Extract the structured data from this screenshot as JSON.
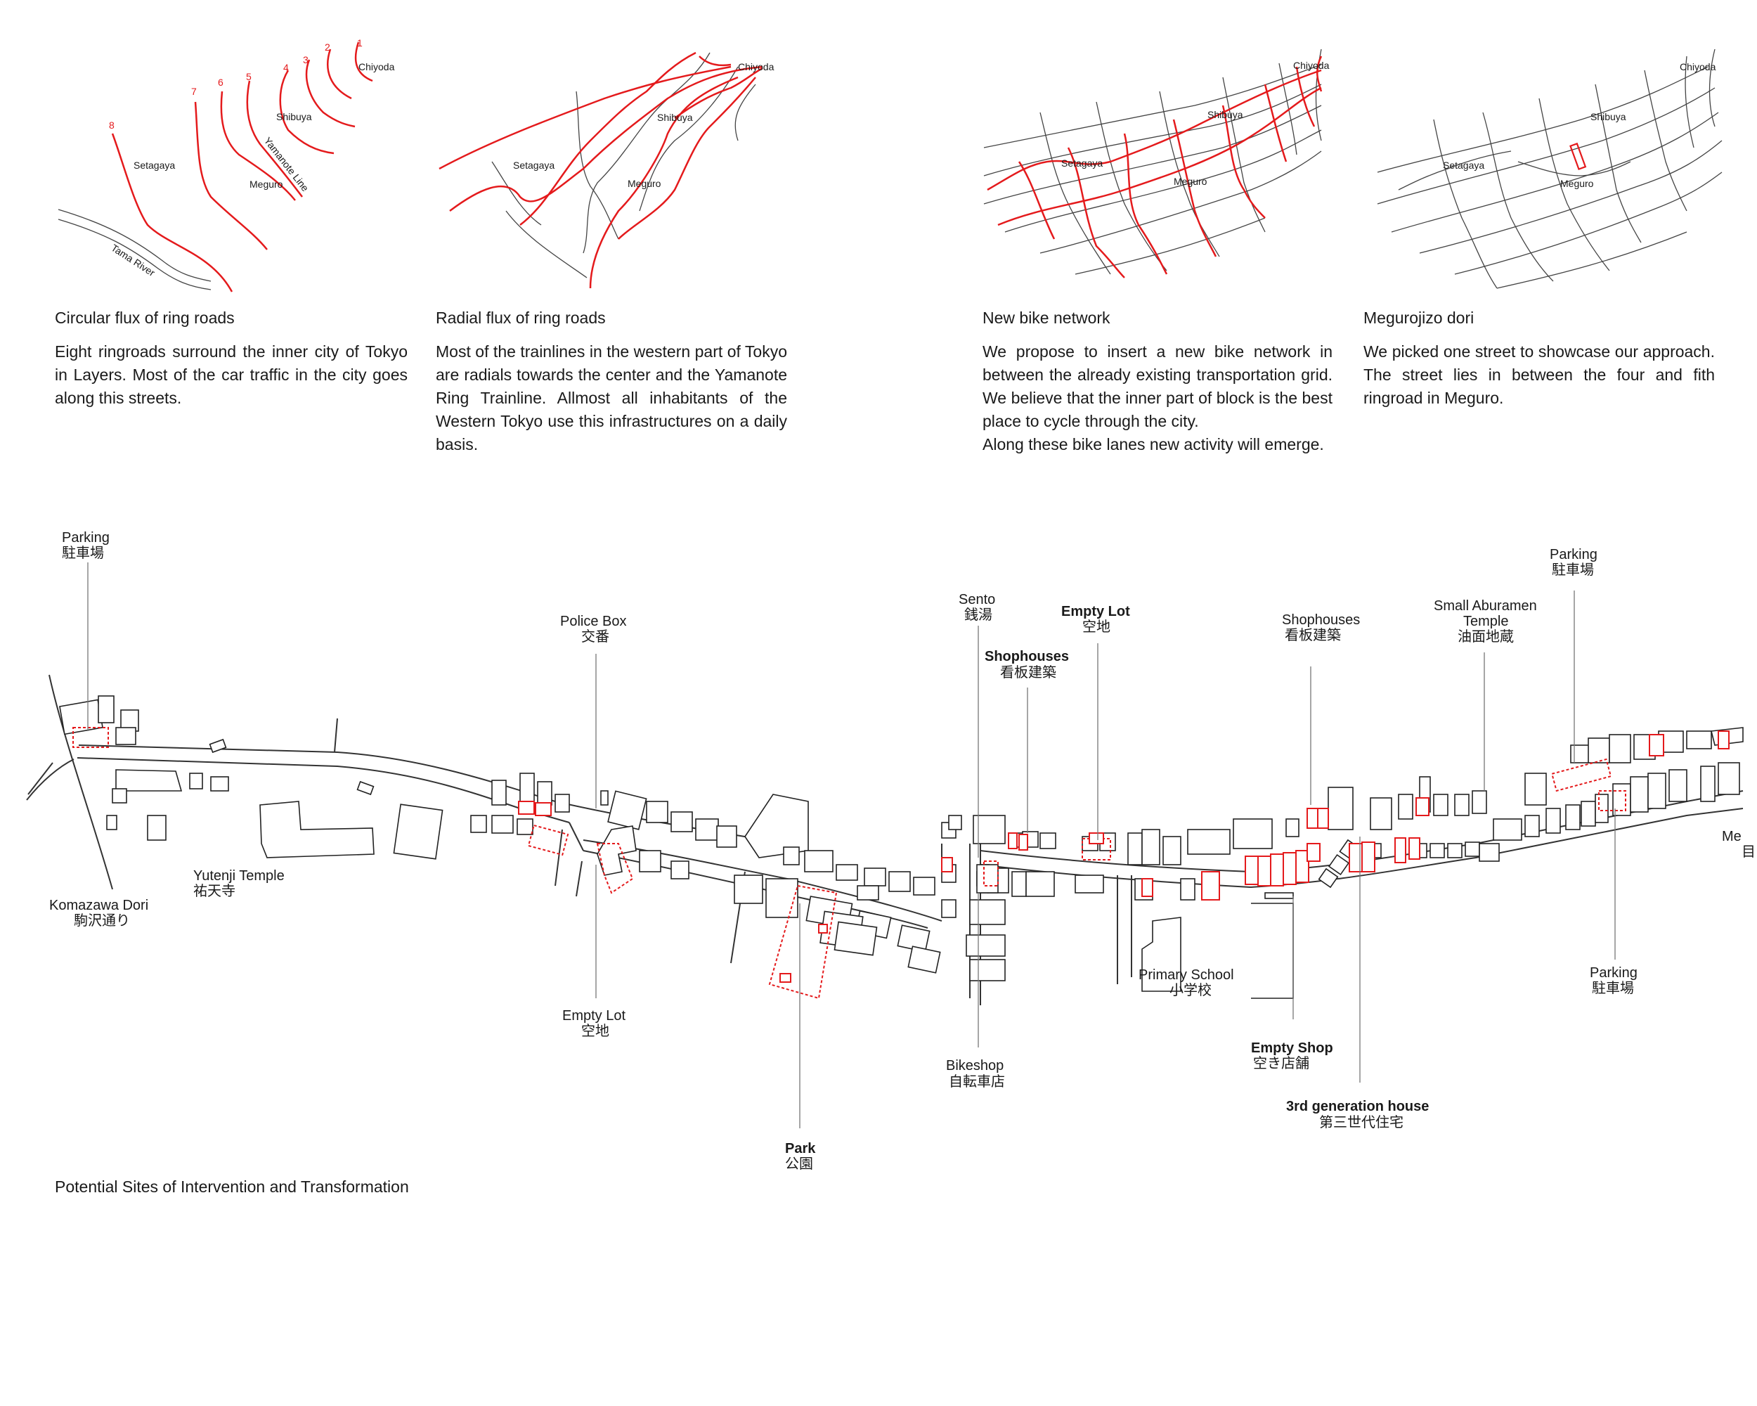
{
  "colors": {
    "accent_red": "#e41a1c",
    "ink": "#1a1a1a",
    "background": "#ffffff"
  },
  "panels": [
    {
      "caption": "Circular flux of ring roads",
      "text": "Eight ringroads surround the inner city of Tokyo in Layers. Most of the car traffic in the city goes along this streets.",
      "labels": {
        "chiyoda": "Chiyoda",
        "shibuya": "Shibuya",
        "setagaya": "Setagaya",
        "meguro": "Meguro",
        "yamanote": "Yamanote Line",
        "tama": "Tama River"
      },
      "ring_numbers": [
        "1",
        "2",
        "3",
        "4",
        "5",
        "6",
        "7",
        "8"
      ]
    },
    {
      "caption": "Radial flux of ring roads",
      "text": "Most of the trainlines in the western part of Tokyo are radials towards the center and the Yamanote Ring Trainline. Allmost all inhabitants of the Western Tokyo use this infrastructures on a daily basis.",
      "labels": {
        "chiyoda": "Chiyoda",
        "shibuya": "Shibuya",
        "setagaya": "Setagaya",
        "meguro": "Meguro"
      }
    },
    {
      "caption": "New bike network",
      "text": "We propose to insert a new bike network in between the already existing transportation grid. We believe that the inner part of block is the best place to cycle through the city.",
      "text2": "Along these bike lanes new activity will emerge.",
      "labels": {
        "chiyoda": "Chiyoda",
        "shibuya": "Shibuya",
        "setagaya": "Setagaya",
        "meguro": "Meguro"
      }
    },
    {
      "caption": "Megurojizo dori",
      "text": "We picked one street to showcase our approach. The street lies in between the four and fith ringroad in Meguro.",
      "labels": {
        "chiyoda": "Chiyoda",
        "shibuya": "Shibuya",
        "setagaya": "Setagaya",
        "meguro": "Meguro"
      }
    }
  ],
  "street_map": {
    "caption": "Potential Sites of Intervention and Transformation",
    "annotations": {
      "parking_nw": {
        "en": "Parking",
        "jp": "駐車場"
      },
      "komazawa": {
        "en": "Komazawa Dori",
        "jp": "駒沢通り"
      },
      "yutenji": {
        "en": "Yutenji Temple",
        "jp": "祐天寺"
      },
      "police": {
        "en": "Police Box",
        "jp": "交番"
      },
      "empty_lot_1": {
        "en": "Empty Lot",
        "jp": "空地"
      },
      "park": {
        "en": "Park",
        "jp": "公園"
      },
      "sento": {
        "en": "Sento",
        "jp": "銭湯"
      },
      "shophouses_1": {
        "en": "Shophouses",
        "jp": "看板建築"
      },
      "empty_lot_2": {
        "en": "Empty Lot",
        "jp": "空地"
      },
      "bikeshop": {
        "en": "Bikeshop",
        "jp": "自転車店"
      },
      "shophouses_2": {
        "en": "Shophouses",
        "jp": "看板建築"
      },
      "primary_school": {
        "en": "Primary School",
        "jp": "小学校"
      },
      "empty_shop": {
        "en": "Empty Shop",
        "jp": "空き店舗"
      },
      "third_gen": {
        "en": "3rd generation house",
        "jp": "第三世代住宅"
      },
      "aburamen": {
        "en1": "Small Aburamen",
        "en2": "Temple",
        "jp": "油面地蔵"
      },
      "parking_ne": {
        "en": "Parking",
        "jp": "駐車場"
      },
      "parking_se": {
        "en": "Parking",
        "jp": "駐車場"
      },
      "edge_cut": {
        "en": "Me",
        "jp": "目"
      }
    }
  }
}
